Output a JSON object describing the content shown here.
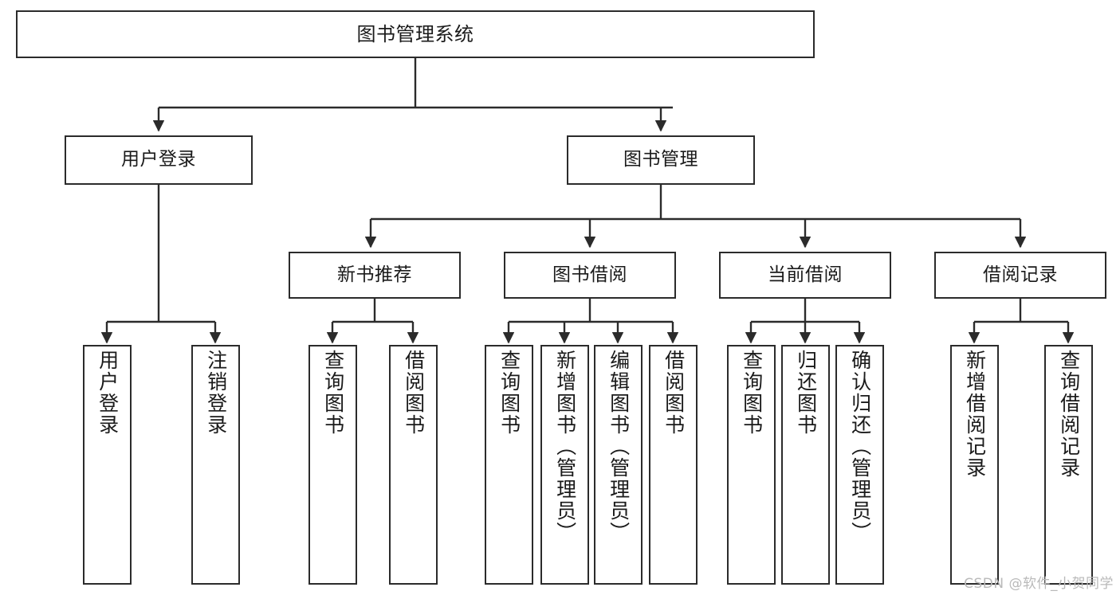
{
  "diagram": {
    "title": "图书管理系统",
    "type": "tree-hierarchy",
    "watermark": "CSDN @软件_小贺同学",
    "colors": {
      "background": "#ffffff",
      "node_border": "#2b2b2b",
      "node_fill": "#ffffff",
      "edge": "#2b2b2b",
      "text": "#1a1a1a",
      "watermark": "#b9b9b9"
    },
    "nodes": {
      "root": {
        "label": "图书管理系统"
      },
      "level2": [
        {
          "id": "user-login",
          "label": "用户登录"
        },
        {
          "id": "book-manage",
          "label": "图书管理"
        }
      ],
      "level3": [
        {
          "id": "new-book-rec",
          "label": "新书推荐"
        },
        {
          "id": "book-borrow",
          "label": "图书借阅"
        },
        {
          "id": "current-borrow",
          "label": "当前借阅"
        },
        {
          "id": "borrow-record",
          "label": "借阅记录"
        }
      ],
      "leaves": {
        "user_login": [
          {
            "id": "leaf-user-login",
            "label": "用户登录"
          },
          {
            "id": "leaf-logout",
            "label": "注销登录"
          }
        ],
        "new_book_rec": [
          {
            "id": "leaf-query-book-1",
            "label": "查询图书"
          },
          {
            "id": "leaf-borrow-book-1",
            "label": "借阅图书"
          }
        ],
        "book_borrow": [
          {
            "id": "leaf-query-book-2",
            "label": "查询图书"
          },
          {
            "id": "leaf-add-book",
            "label": "新增图书（管理员）"
          },
          {
            "id": "leaf-edit-book",
            "label": "编辑图书（管理员）"
          },
          {
            "id": "leaf-borrow-book-2",
            "label": "借阅图书"
          }
        ],
        "current_borrow": [
          {
            "id": "leaf-query-book-3",
            "label": "查询图书"
          },
          {
            "id": "leaf-return-book",
            "label": "归还图书"
          },
          {
            "id": "leaf-confirm-return",
            "label": "确认归还（管理员）"
          }
        ],
        "borrow_record": [
          {
            "id": "leaf-add-record",
            "label": "新增借阅记录"
          },
          {
            "id": "leaf-query-record",
            "label": "查询借阅记录"
          }
        ]
      }
    }
  }
}
